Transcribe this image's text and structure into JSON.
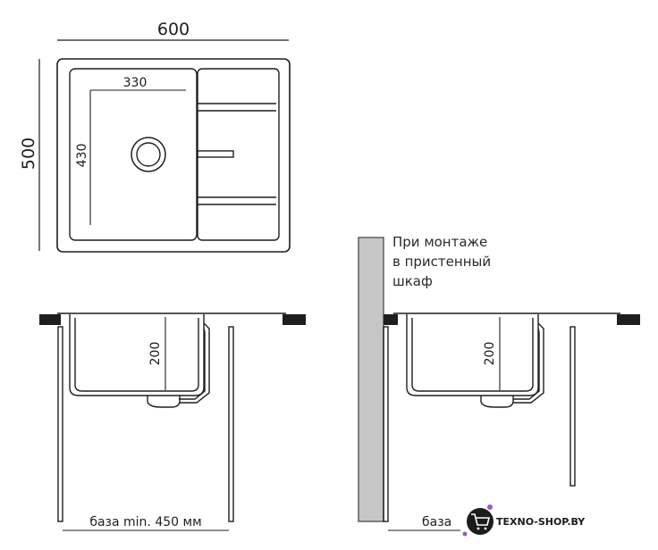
{
  "top_view": {
    "width_label": "600",
    "depth_label": "500",
    "bowl_width_label": "330",
    "bowl_depth_label": "430"
  },
  "front_view": {
    "bowl_depth_label": "200",
    "base_label": "база min. 450 мм"
  },
  "wall_view": {
    "bowl_depth_label": "200",
    "note_lines": [
      "При монтаже",
      "в пристенный",
      "шкаф"
    ],
    "base_label": "база"
  },
  "logo": {
    "text": "TEXNO-SHOP.BY",
    "icon": "shopping-cart-icon",
    "colors": {
      "badge": "#1c1c1c",
      "icon": "#ffffff",
      "text": "#1c1c1c",
      "accent": "#9b59b6"
    }
  },
  "colors": {
    "line": "#1e1e1e",
    "wall_fill": "#c6c6c6",
    "countertop_fill": "#1e1e1e"
  }
}
